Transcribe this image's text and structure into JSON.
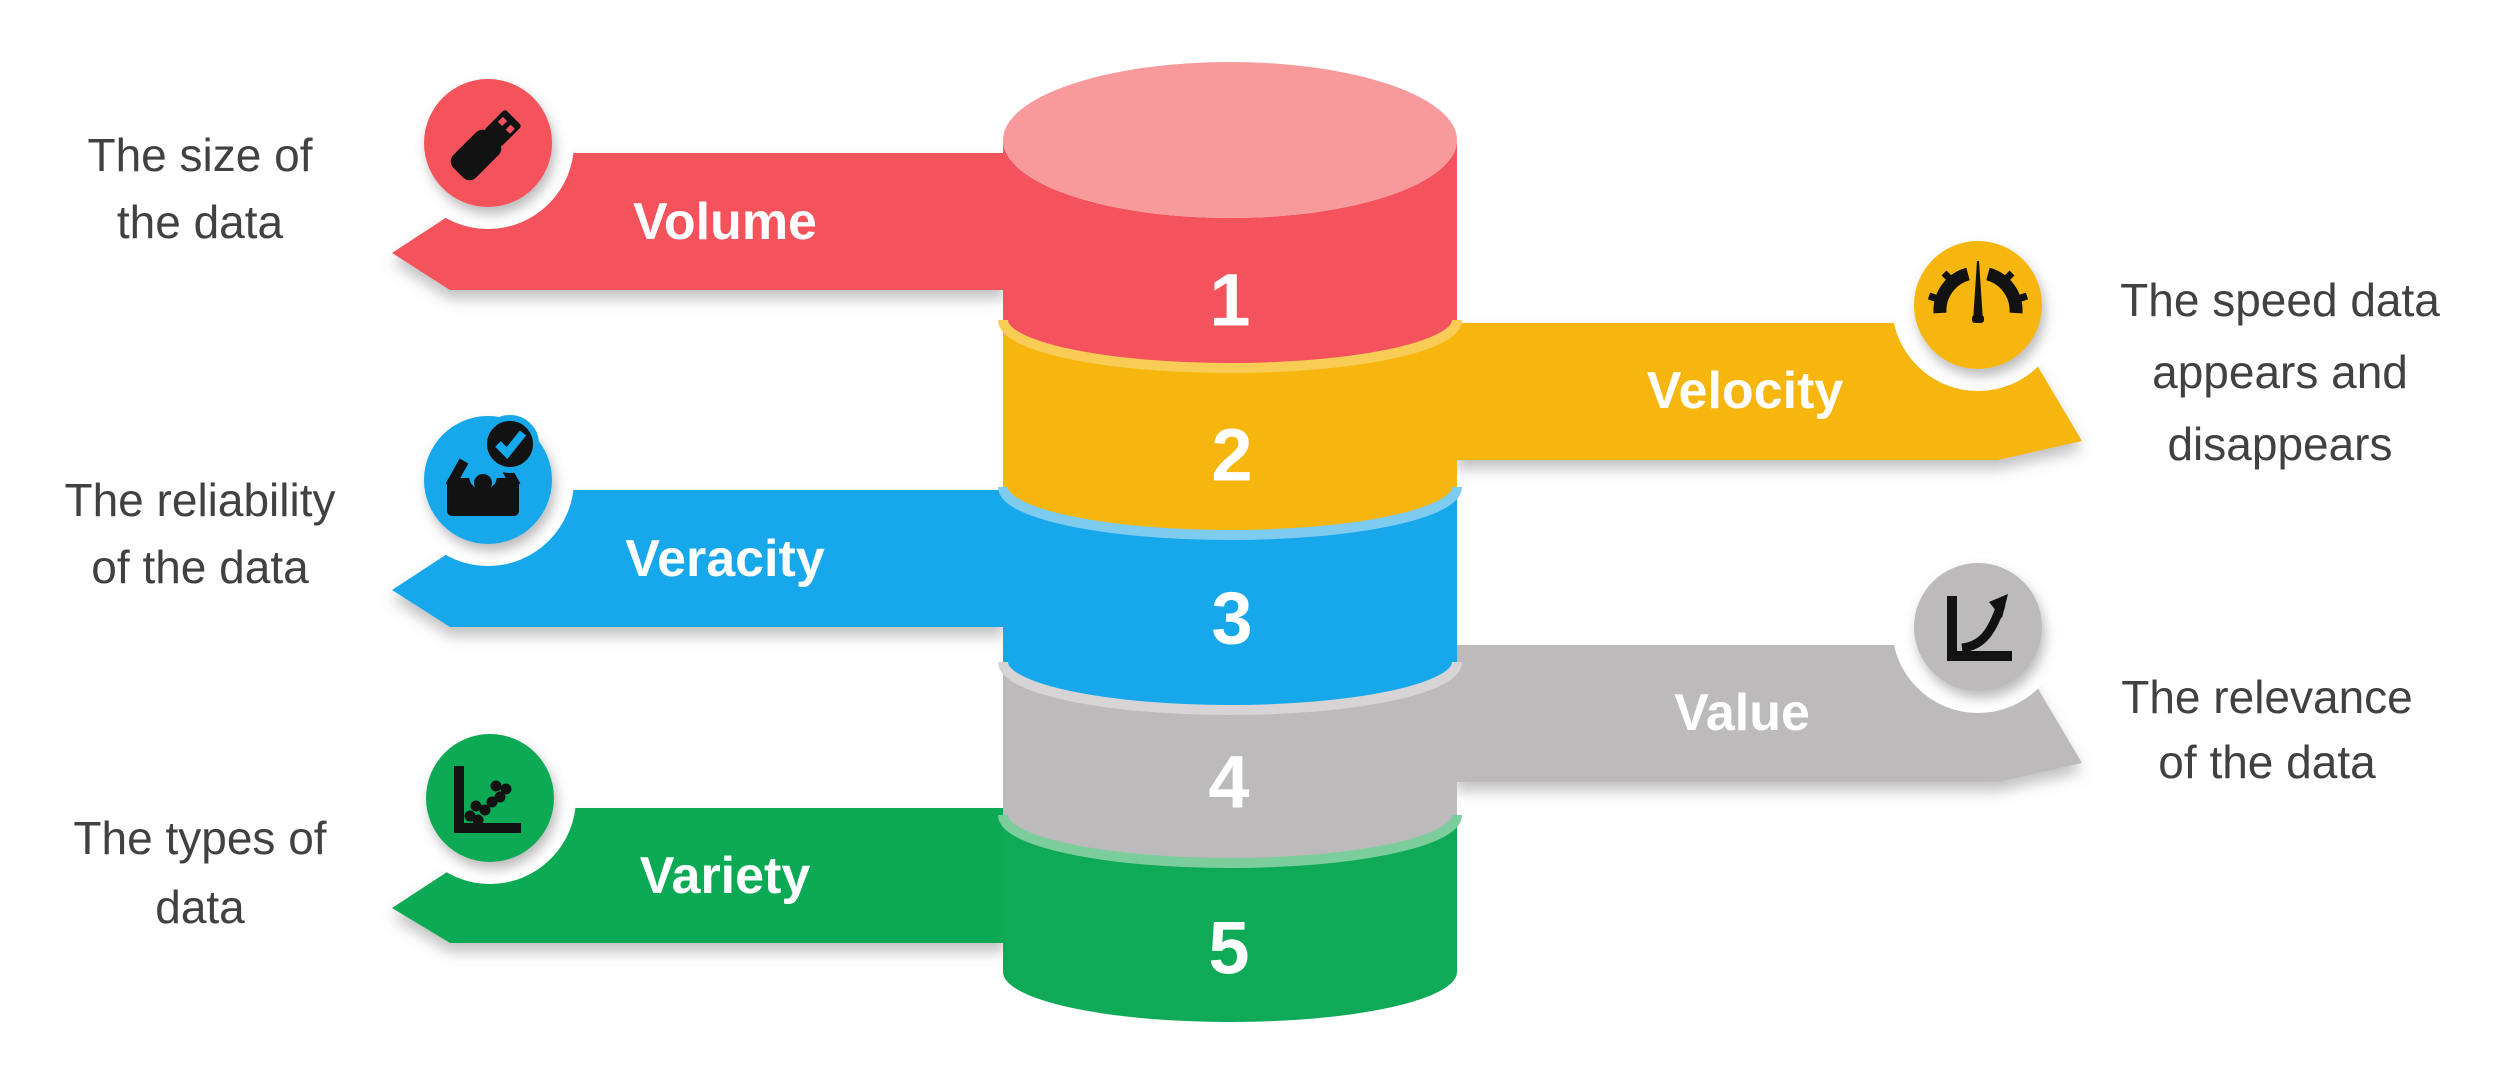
{
  "background_color": "#ffffff",
  "text_color": "#414042",
  "icon_color": "#121212",
  "cylinder": {
    "segments": [
      {
        "number": "1",
        "color": "#F4525C",
        "top_color": "#F89A9B"
      },
      {
        "number": "2",
        "color": "#F6B60D",
        "top_color": "#F9CC55"
      },
      {
        "number": "3",
        "color": "#16A8EA",
        "top_color": "#7ECBF0"
      },
      {
        "number": "4",
        "color": "#BCBABA",
        "top_color": "#D6D4D4"
      },
      {
        "number": "5",
        "color": "#0FAA57",
        "top_color": "#7BCE9B"
      }
    ]
  },
  "items": [
    {
      "label": "Volume",
      "side": "left",
      "color": "#F4525C",
      "icon": "usb-drive-icon",
      "description_lines": [
        "The size of",
        "the data"
      ]
    },
    {
      "label": "Velocity",
      "side": "right",
      "color": "#F6B60D",
      "icon": "speedometer-icon",
      "description_lines": [
        "The speed data",
        "appears and",
        "disappears"
      ]
    },
    {
      "label": "Veracity",
      "side": "left",
      "color": "#16A8EA",
      "icon": "inbox-check-icon",
      "description_lines": [
        "The reliability",
        "of the data"
      ]
    },
    {
      "label": "Value",
      "side": "right",
      "color": "#BCBABA",
      "icon": "growth-chart-icon",
      "description_lines": [
        "The relevance",
        "of the data"
      ]
    },
    {
      "label": "Variety",
      "side": "left",
      "color": "#0FAA57",
      "icon": "scatter-plot-icon",
      "description_lines": [
        "The types of",
        "data"
      ]
    }
  ]
}
